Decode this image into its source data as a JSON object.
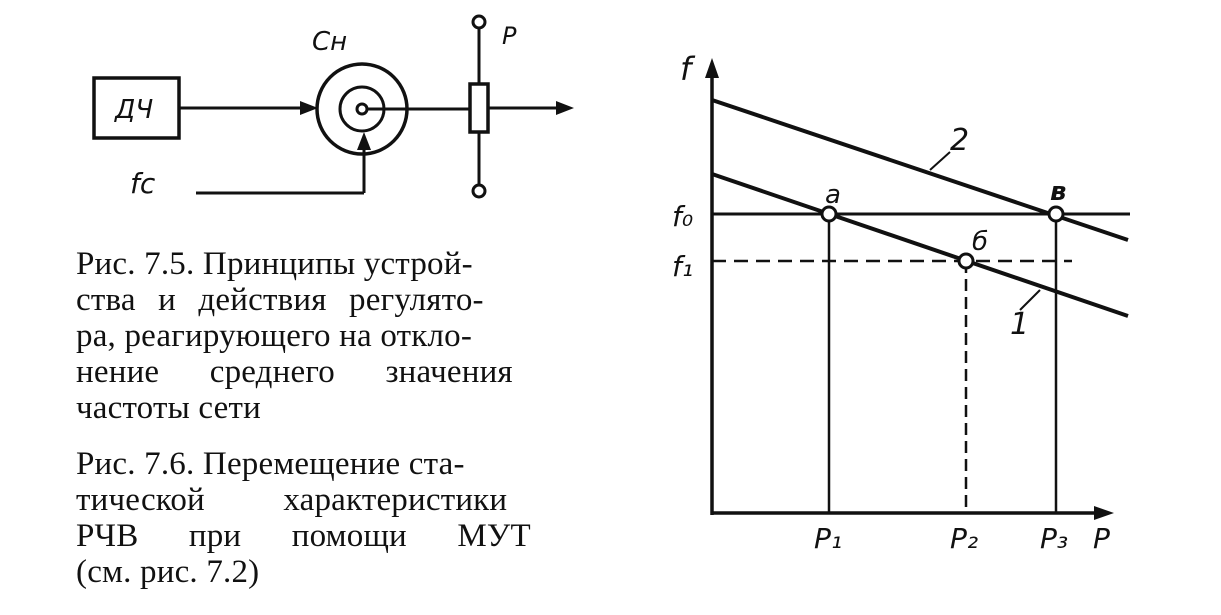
{
  "block_diagram": {
    "dch_label": "ДЧ",
    "sn_label": "Сн",
    "fc_label": "fc",
    "p_label": "Р"
  },
  "caption_75": {
    "lines": [
      "Рис. 7.5. Принципы устрой-",
      "ства и действия регулято-",
      "ра, реагирующего на откло-",
      "нение среднего значения",
      "частоты сети"
    ]
  },
  "caption_76": {
    "lines": [
      "Рис. 7.6. Перемещение ста-",
      "тической характеристики",
      "РЧВ при помощи МУТ",
      "(см. рис. 7.2)"
    ]
  },
  "graph": {
    "axis_y_label": "f",
    "axis_x_label": "P",
    "f0_label": "f₀",
    "f1_label": "f₁",
    "p1_label": "P₁",
    "p2_label": "P₂",
    "p3_label": "P₃",
    "point_a": "а",
    "point_b": "б",
    "point_v": "в",
    "line1_label": "1",
    "line2_label": "2"
  }
}
